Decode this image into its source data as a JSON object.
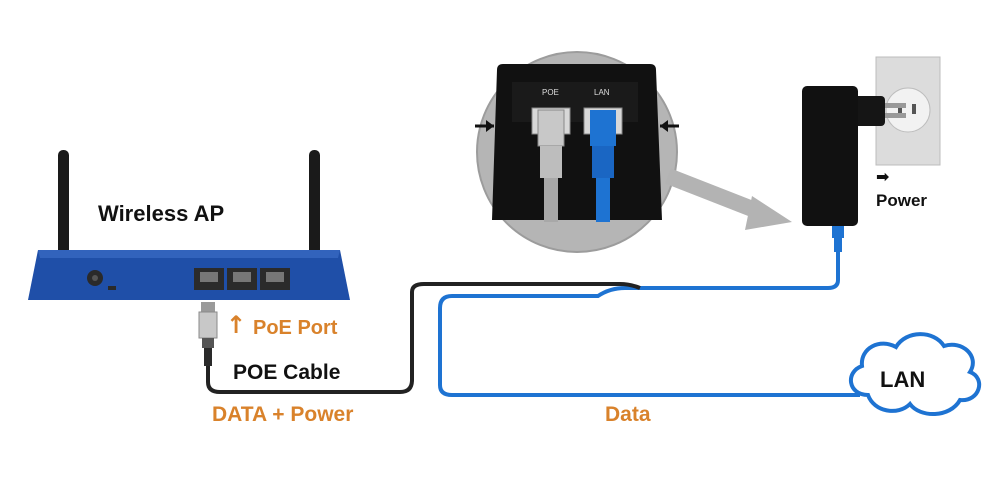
{
  "labels": {
    "wireless_ap": "Wireless AP",
    "poe_port": "PoE Port",
    "poe_cable": "POE Cable",
    "data_power": "DATA + Power",
    "power": "Power",
    "lan": "LAN",
    "data": "Data",
    "jack_poe": "POE",
    "jack_lan": "LAN"
  },
  "colors": {
    "router_body": "#1f4fa8",
    "orange_text": "#d9822b",
    "blue_cable": "#1e73d2",
    "black_cable": "#222222"
  },
  "icons": {
    "poe_arrow": "arrow-up",
    "power_arrow": "arrow-right"
  }
}
